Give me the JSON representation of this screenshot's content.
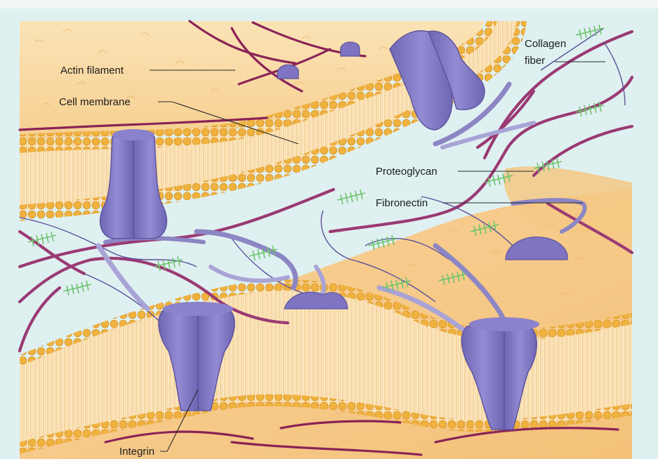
{
  "labels": {
    "actin": "Actin filament",
    "membrane": "Cell membrane",
    "collagen_line1": "Collagen",
    "collagen_line2": "fiber",
    "proteoglycan": "Proteoglycan",
    "fibronectin": "Fibronectin",
    "integrin": "Integrin"
  },
  "colors": {
    "background": "#dff0f1",
    "cytoplasm": "#f6d9a6",
    "membrane_fill": "#f3c883",
    "lipid_head": "#f0b23f",
    "lipid_head_edge": "#d9941f",
    "actin": "#8a2357",
    "collagen": "#9a3a73",
    "fibronectin": "#8c86c4",
    "fibronectin_light": "#a9a4d6",
    "integrin": "#7e74c2",
    "integrin_dark": "#5e559f",
    "proteoglycan": "#6cc46c"
  }
}
